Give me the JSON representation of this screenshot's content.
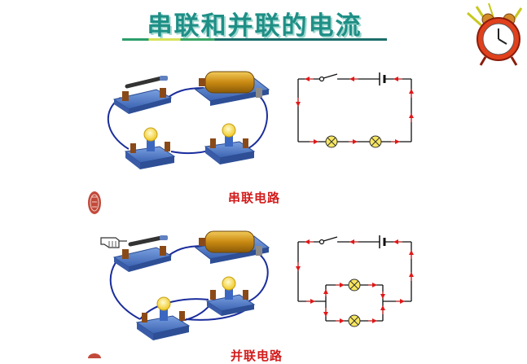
{
  "title": "串联和并联的电流",
  "series_caption": "串联电路",
  "parallel_caption": "并联电路",
  "colors": {
    "title": "#1f8f86",
    "wire": "#1a2d9c",
    "circuit_line": "#111111",
    "arrow": "#e01818",
    "caption": "#d21c1c",
    "base": "#4d78c8",
    "lamp": "#f7e660"
  },
  "icons": [
    "alarm-clock-icon",
    "seal-icon",
    "pointing-hand-icon"
  ]
}
